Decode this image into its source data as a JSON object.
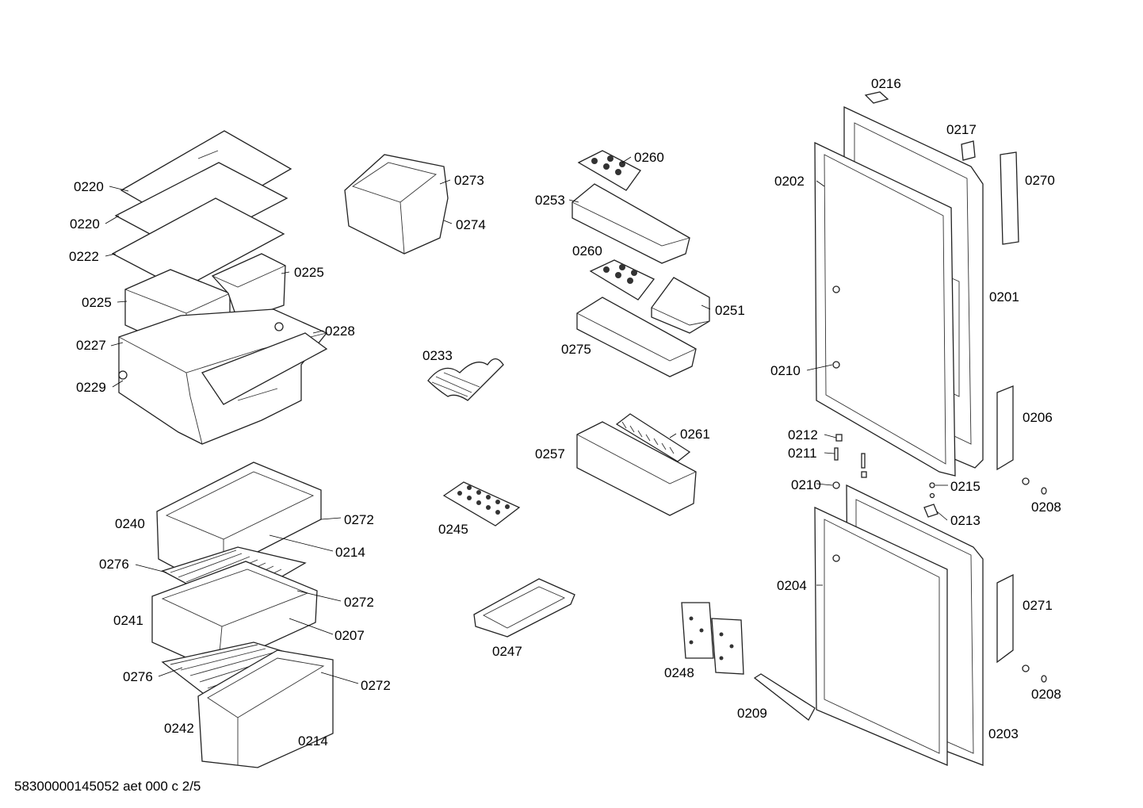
{
  "labels": {
    "l0216": "0216",
    "l0217": "0217",
    "l0270": "0270",
    "l0202": "0202",
    "l0201": "0201",
    "l0210a": "0210",
    "l0206": "0206",
    "l0212": "0212",
    "l0211": "0211",
    "l0210b": "0210",
    "l0215": "0215",
    "l0208a": "0208",
    "l0213": "0213",
    "l0204": "0204",
    "l0271": "0271",
    "l0208b": "0208",
    "l0203": "0203",
    "l0209": "0209",
    "l0248": "0248",
    "l0260a": "0260",
    "l0253": "0253",
    "l0260b": "0260",
    "l0251": "0251",
    "l0275": "0275",
    "l0261": "0261",
    "l0257": "0257",
    "l0273": "0273",
    "l0274": "0274",
    "l0233": "0233",
    "l0245": "0245",
    "l0247": "0247",
    "l0220a": "0220",
    "l0220b": "0220",
    "l0222": "0222",
    "l0225a": "0225",
    "l0225b": "0225",
    "l0227": "0227",
    "l0228": "0228",
    "l0229": "0229",
    "l0240": "0240",
    "l0272a": "0272",
    "l0214a": "0214",
    "l0276a": "0276",
    "l0241": "0241",
    "l0272b": "0272",
    "l0207": "0207",
    "l0276b": "0276",
    "l0272c": "0272",
    "l0242": "0242",
    "l0214b": "0214"
  },
  "footer": "58300000145052 aet 000 c 2/5"
}
